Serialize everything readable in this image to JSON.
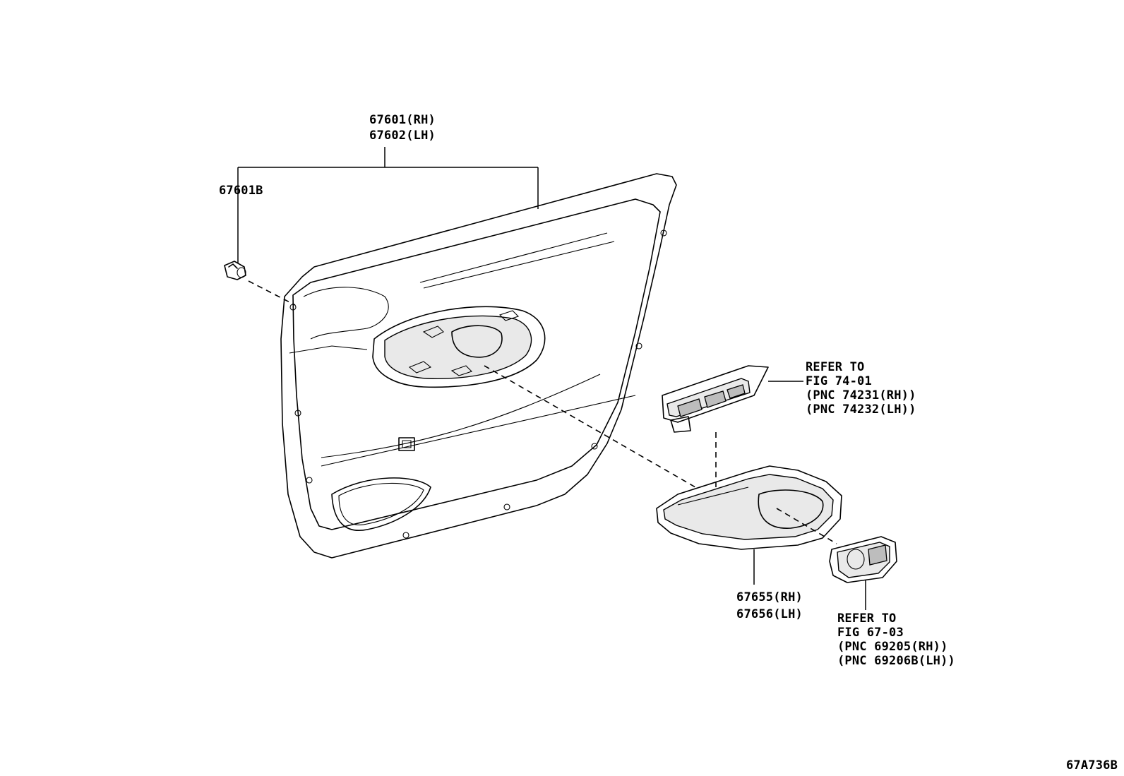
{
  "callouts": {
    "door_trim_rh": "67601(RH)",
    "door_trim_lh": "67602(LH)",
    "clip": "67601B",
    "armrest_rh": "67655(RH)",
    "armrest_lh": "67656(LH)",
    "switch_refer": [
      "REFER TO",
      "FIG 74-01",
      "(PNC 74231(RH))",
      "(PNC 74232(LH))"
    ],
    "handle_refer": [
      "REFER TO",
      "FIG 67-03",
      "(PNC 69205(RH))",
      "(PNC 69206B(LH))"
    ]
  },
  "figure_code": "67A736B"
}
